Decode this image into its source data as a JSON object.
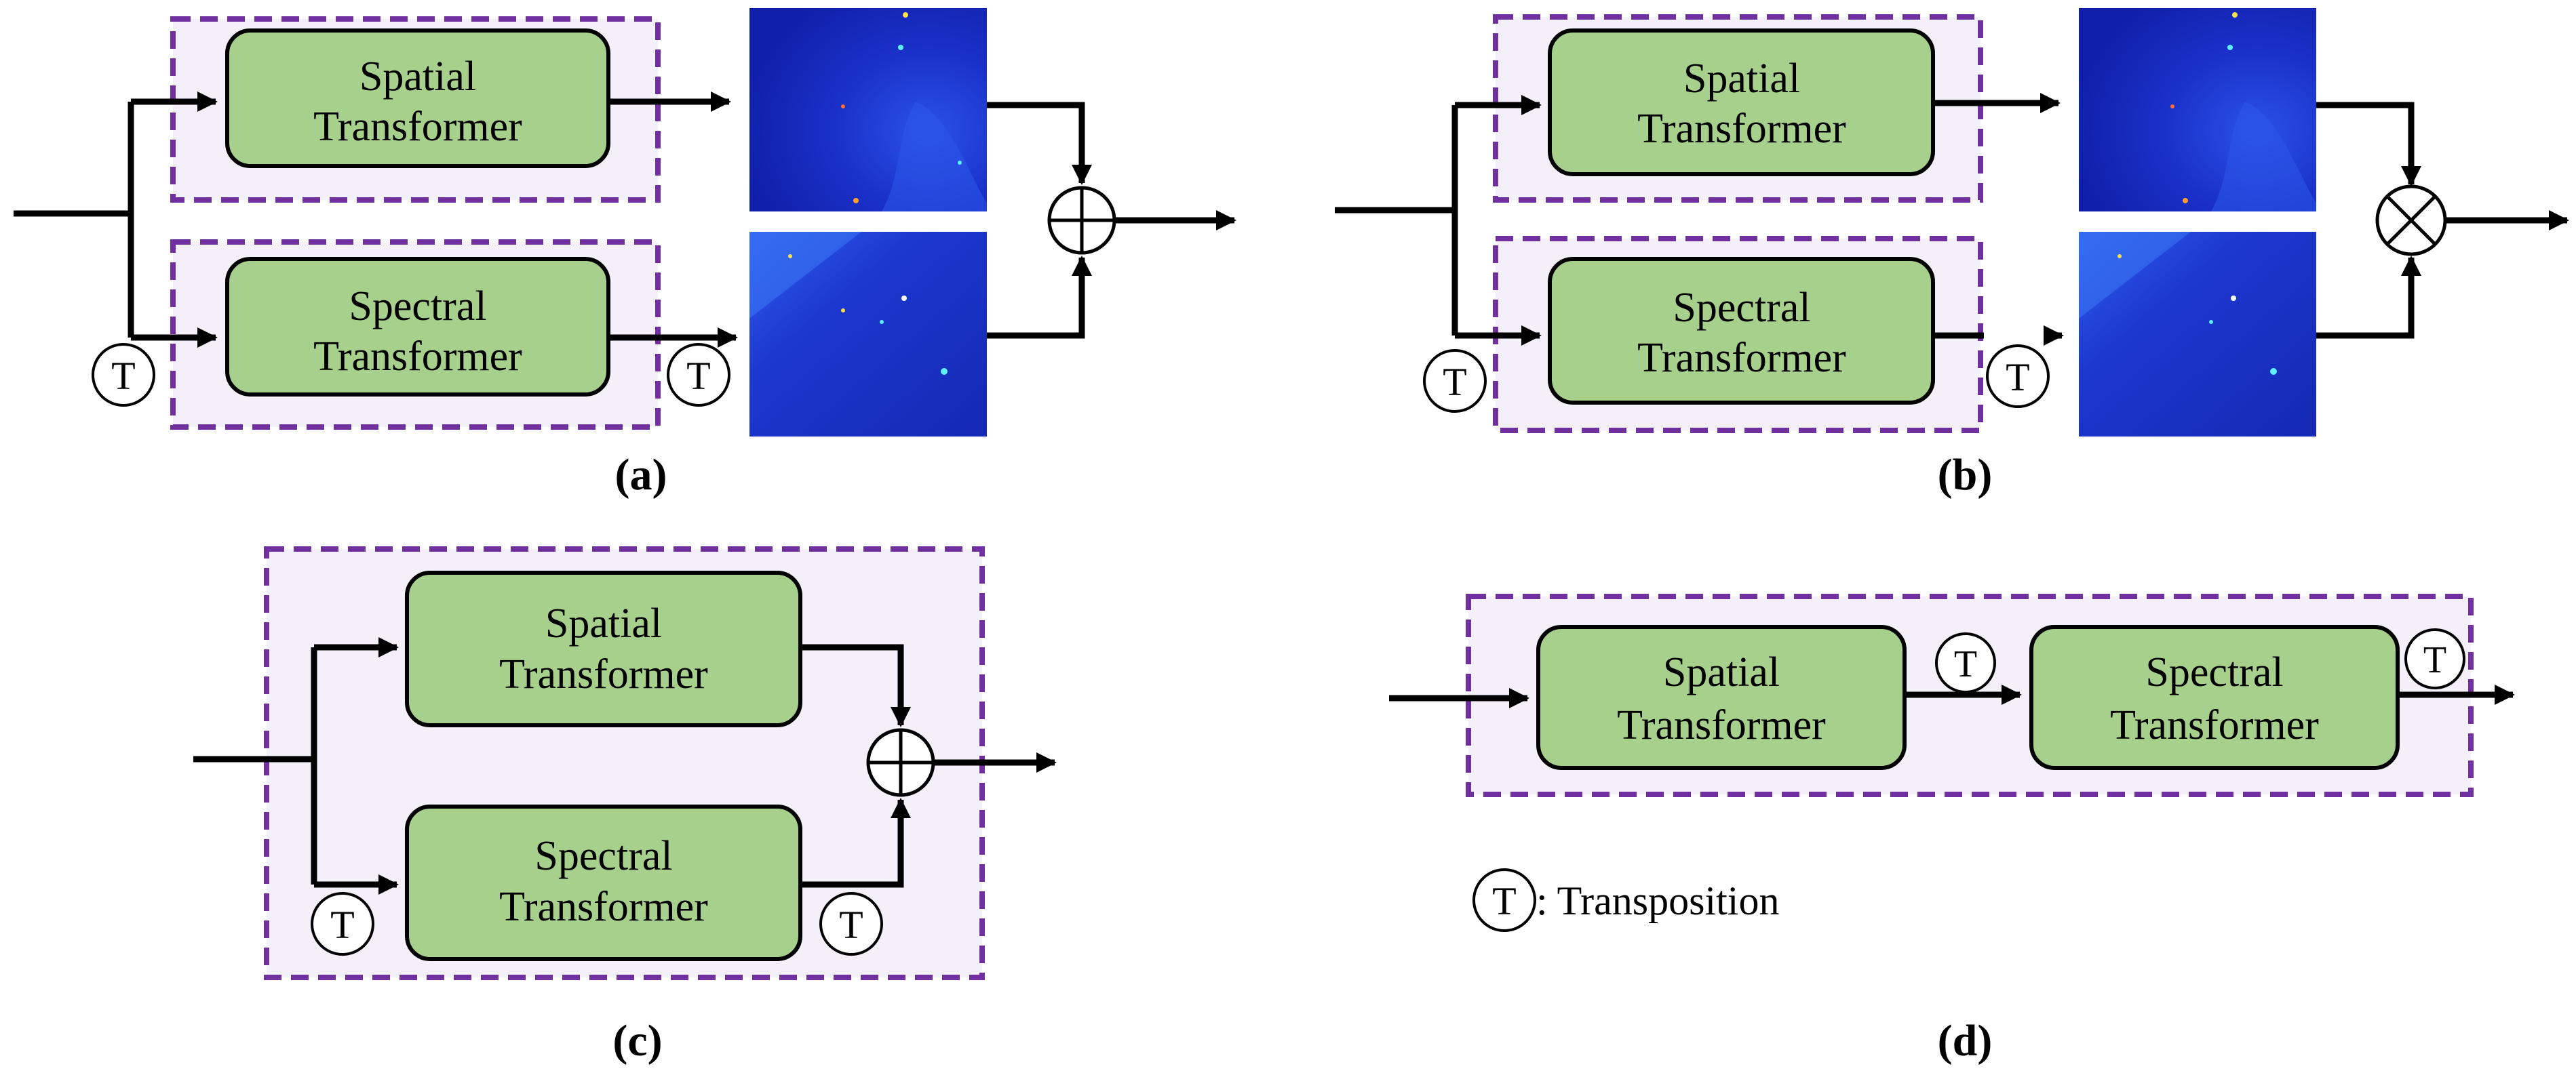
{
  "block_labels": {
    "spatial_line1": "Spatial",
    "spatial_line2": "Transformer",
    "spectral_line1": "Spectral",
    "spectral_line2": "Transformer"
  },
  "transpose_symbol": "T",
  "add_operator_icon": "circled-plus-icon",
  "multiply_operator_icon": "circled-times-icon",
  "panel_captions": {
    "a": "(a)",
    "b": "(b)",
    "c": "(c)",
    "d": "(d)"
  },
  "legend": {
    "symbol": "T",
    "text": ": Transposition"
  },
  "colors": {
    "block_fill": "#a8d08d",
    "block_stroke": "#000000",
    "group_fill": "#f4f0fa",
    "group_stroke": "#7030a0",
    "arrow": "#000000",
    "heatmap_base": "#1a2fc4"
  }
}
